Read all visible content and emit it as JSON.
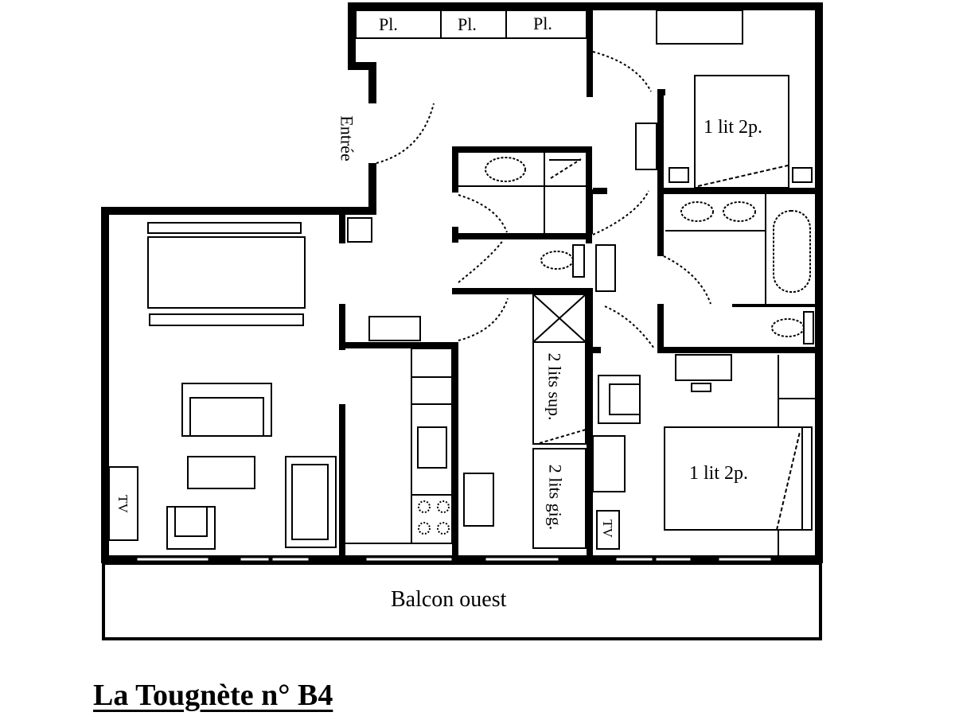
{
  "plan": {
    "title": "La Tougnète n° B4",
    "entrance_label": "Entrée",
    "closets": [
      {
        "label": "Pl."
      },
      {
        "label": "Pl."
      },
      {
        "label": "Pl."
      }
    ],
    "bedrooms": [
      {
        "name": "bedroom-north",
        "bed_label": "1 lit 2p."
      },
      {
        "name": "bedroom-south",
        "bed_label": "1 lit 2p."
      }
    ],
    "bunk_area": {
      "upper": "2 lits sup.",
      "lower": "2 lits gig."
    },
    "tv_labels": [
      "TV",
      "TV"
    ],
    "balcony_label": "Balcon ouest"
  }
}
